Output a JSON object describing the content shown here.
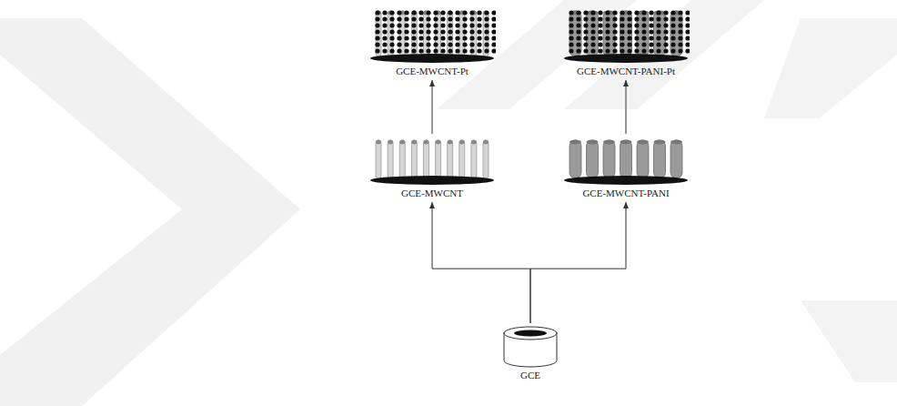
{
  "diagram": {
    "nodes": [
      {
        "text": [
          "GCE-MWCNT-Pt"
        ]
      },
      {
        "text": [
          "GCE-MWCNT-PANI-Pt"
        ]
      },
      {
        "text": [
          "GCE-MWCNT"
        ]
      },
      {
        "text": [
          "GCE-MWCNT-PANI"
        ]
      },
      {
        "text": [
          "GCE"
        ]
      }
    ],
    "edges": [
      {
        "from": 2,
        "to": 0,
        "arrow": "to"
      },
      {
        "from": 3,
        "to": 1,
        "arrow": "to"
      },
      {
        "from": 4,
        "to": 2,
        "arrow": "to"
      },
      {
        "from": 4,
        "to": 3,
        "arrow": "to"
      }
    ]
  }
}
